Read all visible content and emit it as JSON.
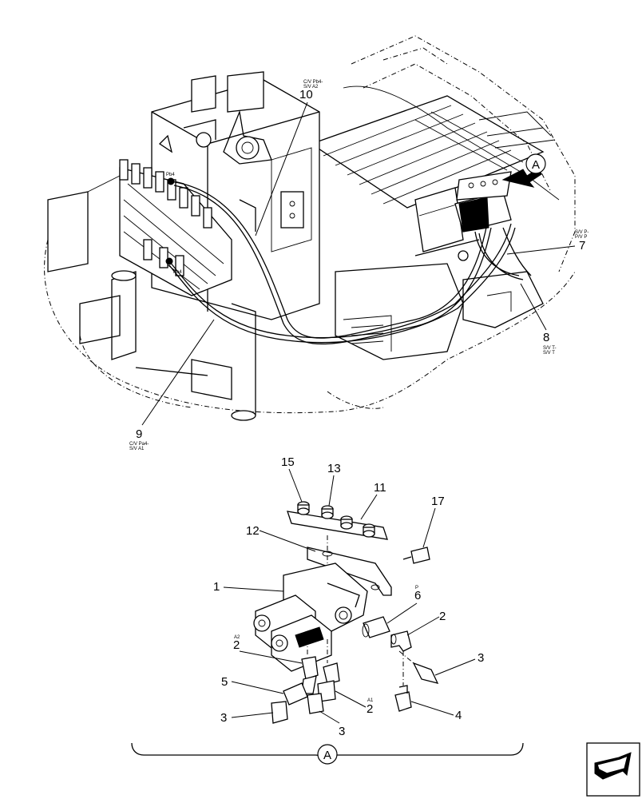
{
  "detail": {
    "label": "A"
  },
  "callouts": [
    {
      "id": "10",
      "code": "C/V Pb4-\nS/V A2"
    },
    {
      "id": "7",
      "code": "S/V P-\nP/V P"
    },
    {
      "id": "8",
      "code": "S/V T-\nS/V T"
    },
    {
      "id": "9",
      "code": "C/V Pa4-\nS/V A1"
    }
  ],
  "port_labels": {
    "pb4": "Pb4",
    "pa4": "Pa4"
  },
  "parts": {
    "p15": "15",
    "p13": "13",
    "p11": "11",
    "p17": "17",
    "p12": "12",
    "p1": "1",
    "p6": "6",
    "p6_port": "P",
    "p2a": "2",
    "p2a_port": "A2",
    "p2b": "2",
    "p3a": "3",
    "p5": "5",
    "p3b": "3",
    "p4": "4",
    "p3c": "3",
    "p2c": "2",
    "p2c_port": "A1"
  }
}
